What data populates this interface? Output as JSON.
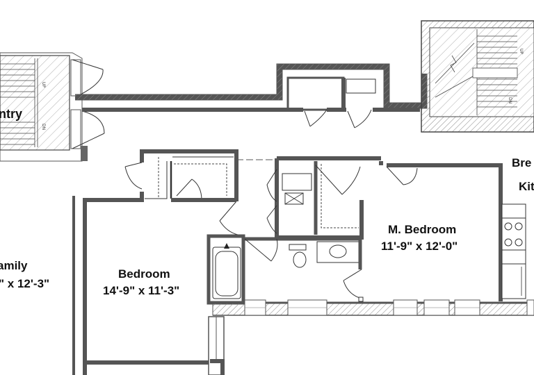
{
  "plan": {
    "colors": {
      "wall": "#555555",
      "hatch": "#777777",
      "line": "#333333",
      "background": "#ffffff"
    },
    "stairs": {
      "up_label": "UP",
      "down_label": "DN"
    },
    "rooms": {
      "entry": {
        "name": "ntry"
      },
      "family": {
        "name": "amily",
        "dims": "\" x 12'-3\""
      },
      "bedroom": {
        "name": "Bedroom",
        "dims": "14'-9\" x 11'-3\""
      },
      "master_bedroom": {
        "name": "M. Bedroom",
        "dims": "11'-9\" x 12'-0\""
      },
      "breakfast": {
        "name": "Bre"
      },
      "kitchen": {
        "name": "Kit"
      }
    }
  }
}
